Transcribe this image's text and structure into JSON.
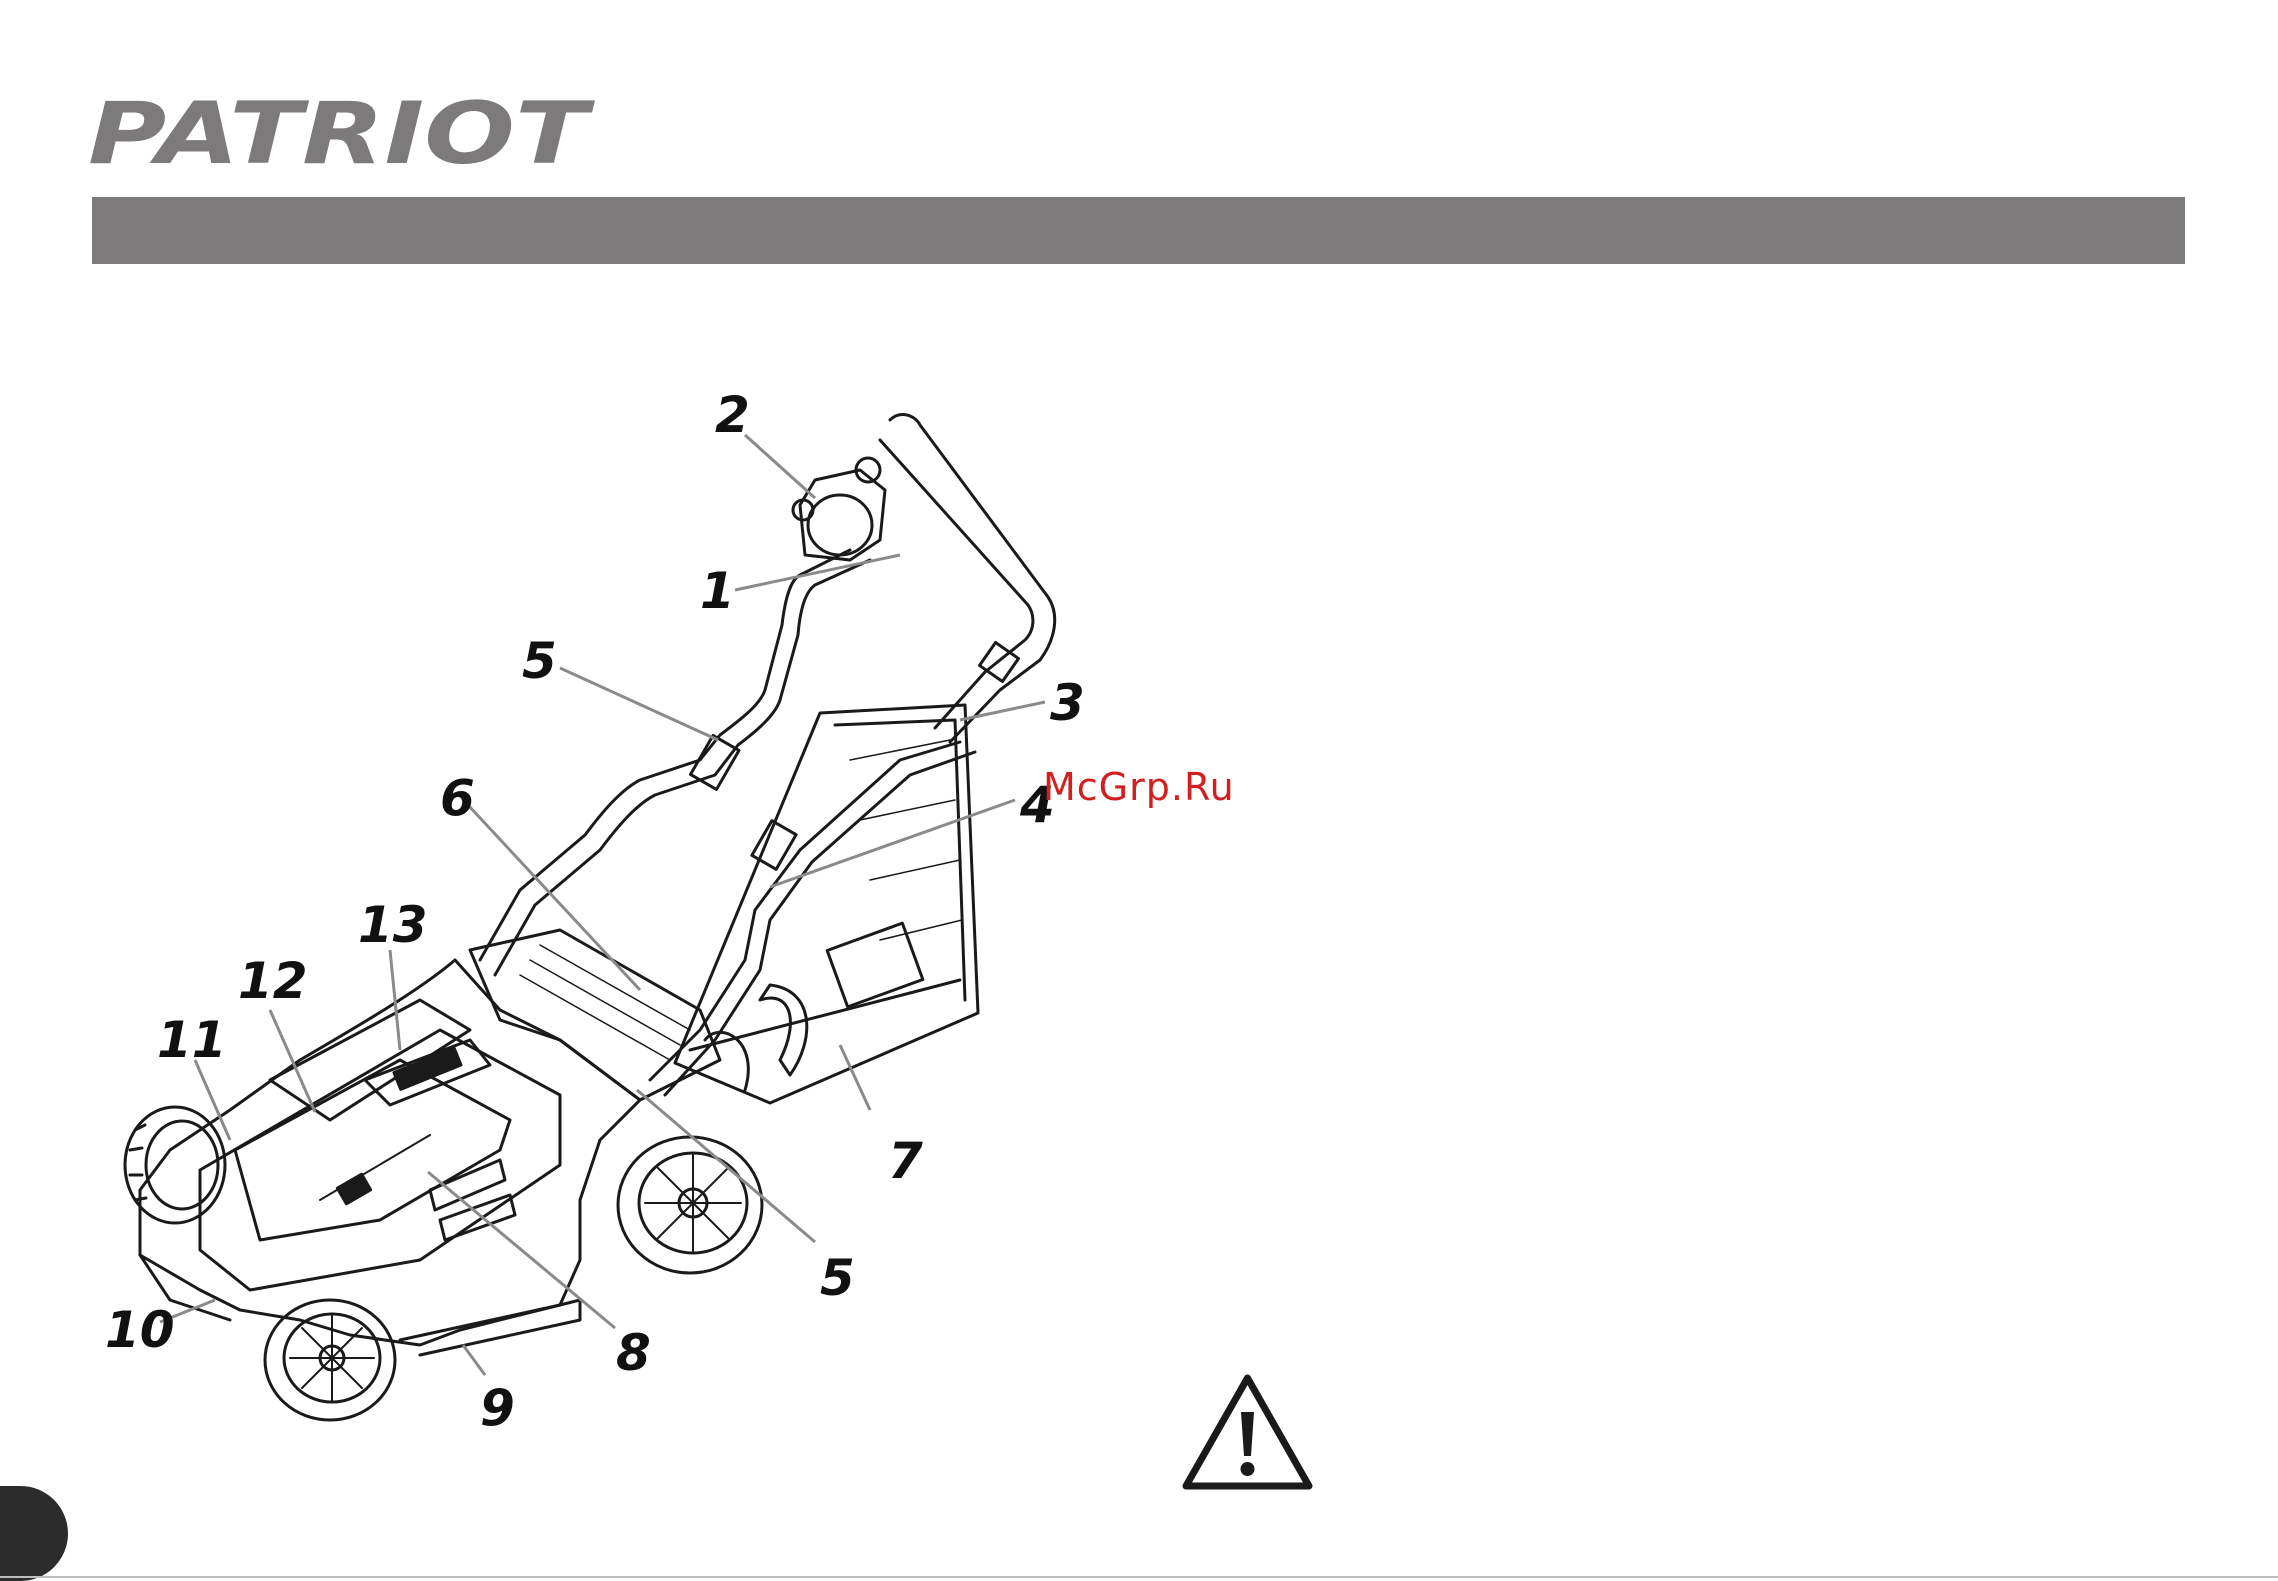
{
  "brand": {
    "logo_text": "PATRIOT"
  },
  "watermark": {
    "text": "McGrp.Ru"
  },
  "figure": {
    "subject": "lawn-mower-parts-diagram",
    "callouts": [
      "1",
      "2",
      "3",
      "4",
      "5",
      "5",
      "6",
      "7",
      "8",
      "9",
      "10",
      "11",
      "12",
      "13"
    ]
  },
  "icons": {
    "warning": "warning-triangle-icon"
  },
  "colors": {
    "header_bar": "#7c7a7b",
    "watermark": "#d21f1f",
    "line_art": "#1a1a1a",
    "leader": "#8a8a8a"
  }
}
